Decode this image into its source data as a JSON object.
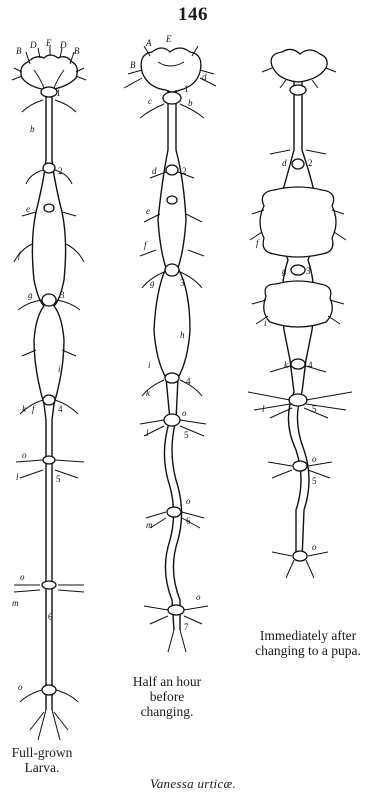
{
  "page_number": "146",
  "figures": {
    "larva": {
      "caption_lines": [
        "Full-grown",
        "Larva."
      ],
      "labels": [
        "B",
        "D",
        "E",
        "D",
        "B",
        "1",
        "b",
        "2",
        "e",
        "f",
        "g",
        "3",
        "i",
        "k",
        "f",
        "4",
        "o",
        "l",
        "5",
        "o",
        "m",
        "6",
        "o"
      ]
    },
    "half_hour": {
      "caption_lines": [
        "Half an hour",
        "before",
        "changing."
      ],
      "labels": [
        "A",
        "E",
        "B",
        "d",
        "c",
        "1",
        "b",
        "d",
        "2",
        "e",
        "f",
        "g",
        "3",
        "h",
        "i",
        "k",
        "4",
        "o",
        "l",
        "5",
        "o",
        "m",
        "6",
        "o",
        "7"
      ]
    },
    "pupa": {
      "caption_lines": [
        "Immediately after",
        "changing to a pupa."
      ],
      "labels": [
        "d",
        "2",
        "f",
        "g",
        "3",
        "i",
        "k",
        "4",
        "l",
        "5",
        "o",
        "5",
        "o"
      ]
    }
  },
  "species": "Vanessa urticæ."
}
